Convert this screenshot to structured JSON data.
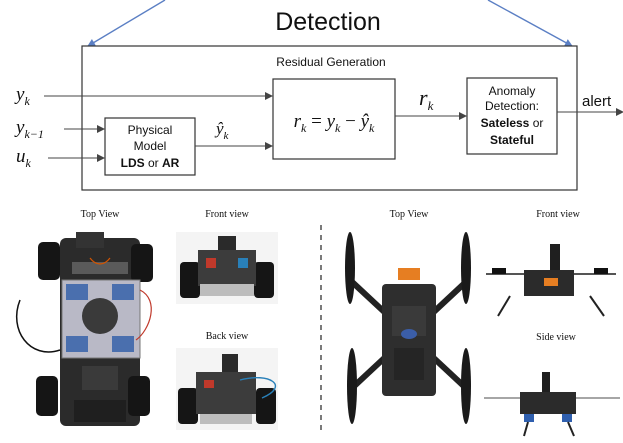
{
  "diagram": {
    "title": "Detection",
    "section_label": "Residual Generation",
    "inputs": {
      "y_k": "y",
      "y_k_sub": "k",
      "y_km1": "y",
      "y_km1_sub": "k−1",
      "u_k": "u",
      "u_k_sub": "k"
    },
    "physical_model": {
      "line1": "Physical",
      "line2": "Model",
      "bold1": "LDS",
      "or": "or",
      "bold2": "AR"
    },
    "yhat_label": "ŷ",
    "yhat_sub": "k",
    "residual_eq": {
      "r": "r",
      "r_sub": "k",
      "eq": " = ",
      "y": "y",
      "y_sub": "k",
      "minus": " − ",
      "yhat": "ŷ",
      "yhat_sub": "k"
    },
    "rk_label": "r",
    "rk_sub": "k",
    "anomaly": {
      "line1": "Anomaly",
      "line2": "Detection:",
      "bold1": "Sateless",
      "or": "or",
      "bold2": "Stateful"
    },
    "output_label": "alert"
  },
  "photos": {
    "car_top_caption": "Top View",
    "car_front_caption": "Front view",
    "car_back_caption": "Back view",
    "drone_top_caption": "Top View",
    "drone_front_caption": "Front view",
    "drone_side_caption": "Side view"
  }
}
